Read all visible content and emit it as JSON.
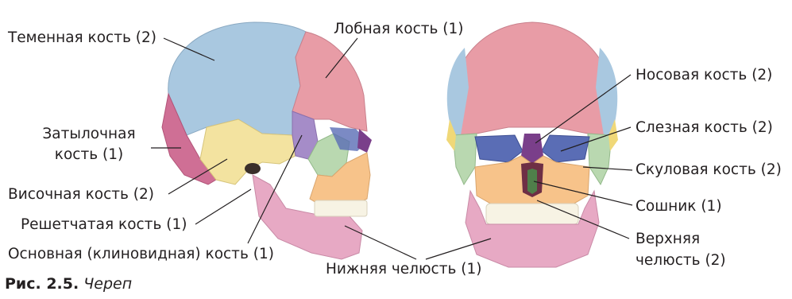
{
  "labels": {
    "parietal": "Теменная кость (2)",
    "frontal": "Лобная кость (1)",
    "occipital_line1": "Затылочная",
    "occipital_line2": "кость (1)",
    "temporal": "Височная кость (2)",
    "ethmoid": "Решетчатая кость (1)",
    "sphenoid": "Основная (клиновидная) кость (1)",
    "mandible": "Нижняя челюсть (1)",
    "nasal": "Носовая кость (2)",
    "lacrimal": "Слезная кость (2)",
    "zygomatic": "Скуловая кость (2)",
    "vomer": "Сошник (1)",
    "maxilla_line1": "Верхняя",
    "maxilla_line2": "челюсть (2)"
  },
  "caption": {
    "number": "Рис. 2.5.",
    "title": "Череп"
  },
  "colors": {
    "parietal": "#a9c8e0",
    "frontal": "#e89ca6",
    "temporal": "#f3e3a0",
    "occipital": "#cf6f95",
    "sphenoid": "#a58cc8",
    "ethmoid": "#7fb85a",
    "zygomatic": "#b9d8b0",
    "maxilla": "#f7c38a",
    "mandible": "#e7a9c4",
    "nasal": "#7a3f8a",
    "lacrimal": "#f0d878",
    "vomer": "#4f7f4a",
    "teeth": "#f7f3e4",
    "orbit": "#5a6db5",
    "leader_line": "#231f20"
  }
}
